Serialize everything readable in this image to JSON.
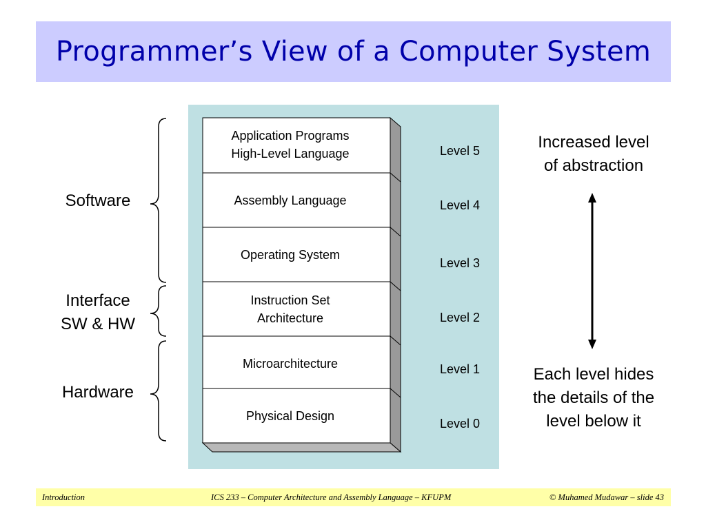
{
  "title": "Programmer’s View of a Computer System",
  "layers": [
    {
      "level": "Level 5",
      "lines": [
        "Application Programs",
        "High-Level Language"
      ]
    },
    {
      "level": "Level 4",
      "lines": [
        "Assembly Language"
      ]
    },
    {
      "level": "Level 3",
      "lines": [
        "Operating System"
      ]
    },
    {
      "level": "Level 2",
      "lines": [
        "Instruction Set",
        "Architecture"
      ]
    },
    {
      "level": "Level 1",
      "lines": [
        "Microarchitecture"
      ]
    },
    {
      "level": "Level 0",
      "lines": [
        "Physical Design"
      ]
    }
  ],
  "groups": {
    "software": "Software",
    "interface": [
      "Interface",
      "SW & HW"
    ],
    "hardware": "Hardware"
  },
  "notes": {
    "top": [
      "Increased level",
      "of abstraction"
    ],
    "bottom": [
      "Each level hides",
      "the details of the",
      "level below it"
    ]
  },
  "footer": {
    "left": "Introduction",
    "center": "ICS 233 – Computer Architecture and Assembly Language – KFUPM",
    "right": "© Muhamed Mudawar – slide 43"
  },
  "colors": {
    "title_bg": "#ccccff",
    "title_text": "#0000aa",
    "panel_bg": "#bfe0e3",
    "footer_bg": "#ffffa8"
  }
}
